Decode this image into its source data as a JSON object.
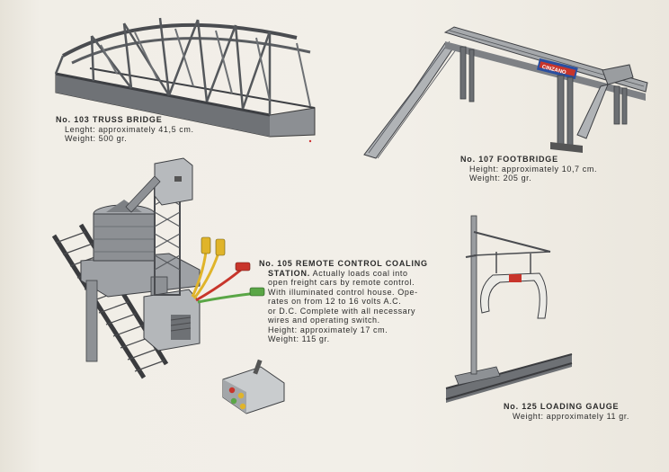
{
  "items": {
    "truss_bridge": {
      "title": "No. 103 TRUSS BRIDGE",
      "length": "Lenght: approximately 41,5 cm.",
      "weight": "Weight: 500 gr."
    },
    "footbridge": {
      "title": "No. 107 FOOTBRIDGE",
      "height": "Height: approximately 10,7 cm.",
      "weight": "Weight: 205 gr.",
      "sign_text": "CINZANO"
    },
    "coaling_station": {
      "title": "No. 105 REMOTE CONTROL COALING",
      "title_cont": "STATION.",
      "desc_1": "Actually loads coal into",
      "desc_2": "open freight cars by remote control.",
      "desc_3": "With illuminated control house. Ope-",
      "desc_4": "rates on from 12 to 16 volts A.C.",
      "desc_5": "or D.C. Complete with all necessary",
      "desc_6": "wires and operating switch.",
      "height": "Height: approximately 17 cm.",
      "weight": "Weight: 115 gr."
    },
    "loading_gauge": {
      "title": "No. 125 LOADING GAUGE",
      "weight": "Weight: approximately 11 gr."
    }
  },
  "colors": {
    "paper": "#f1eee7",
    "ink": "#2b2b2b",
    "model_gray": "#8f9296",
    "sign_red": "#c8352b",
    "sign_blue": "#2a4fa0",
    "wire_yellow": "#e0b42a",
    "wire_red": "#c8352b",
    "wire_green": "#5aa646"
  }
}
